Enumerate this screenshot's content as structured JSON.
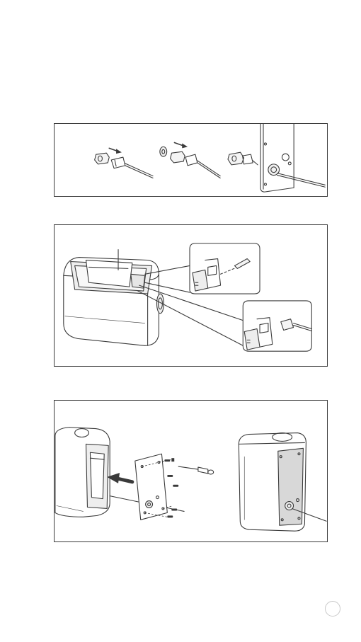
{
  "page": {
    "page_number": ""
  },
  "colors": {
    "line": "#3a3a3a",
    "panel_fill": "#d8d8d8",
    "marker": "#c8c8c8"
  },
  "panels": [
    {
      "id": "panel-1",
      "icon": "cable-plug-steps-illustration"
    },
    {
      "id": "panel-2",
      "icon": "speaker-connector-detail-illustration"
    },
    {
      "id": "panel-3",
      "icon": "rear-panel-mounting-illustration"
    }
  ]
}
